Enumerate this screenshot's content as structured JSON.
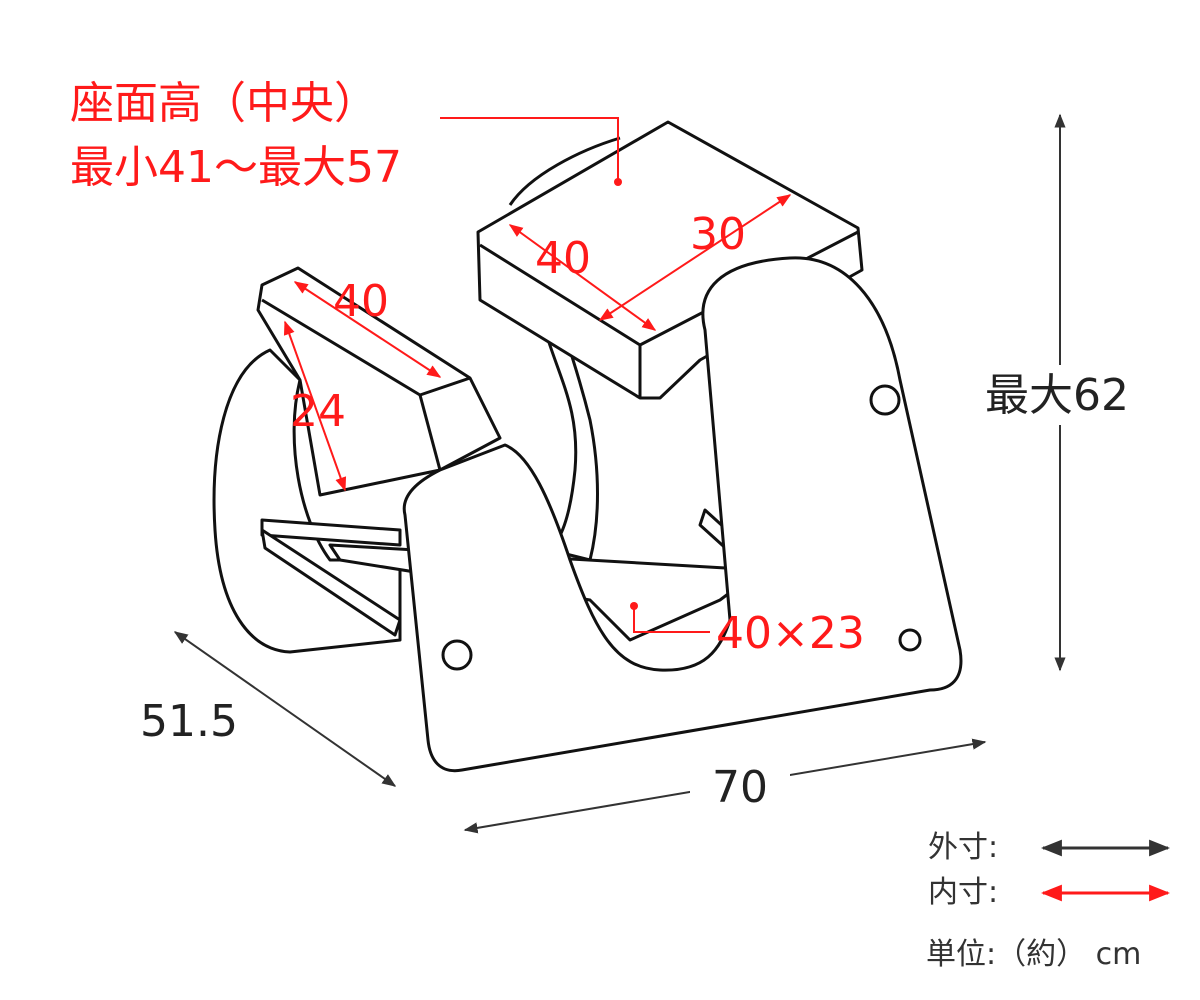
{
  "seat_height": {
    "title": "座面高（中央）",
    "range": "最小41〜最大57"
  },
  "dimensions": {
    "knee_pad_width": "40",
    "knee_pad_depth": "24",
    "seat_width": "40",
    "seat_depth": "30",
    "max_height": "最大62",
    "footrest": "40×23",
    "depth": "51.5",
    "width": "70"
  },
  "legend": {
    "outer_label": "外寸:",
    "inner_label": "内寸:",
    "unit": "単位:（約） cm"
  },
  "colors": {
    "inner": "#ff1a1a",
    "outer": "#333333"
  }
}
